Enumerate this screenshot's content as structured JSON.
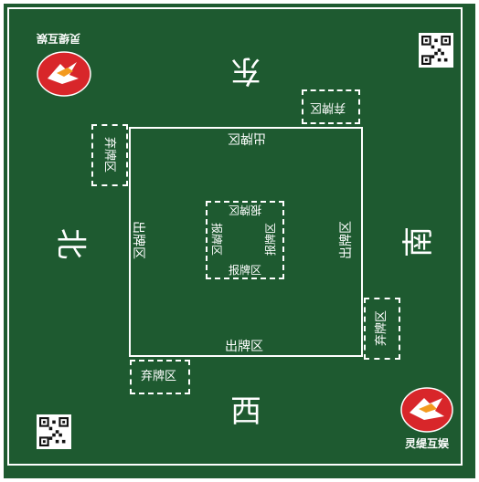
{
  "directions": {
    "east": "东",
    "south": "南",
    "west": "西",
    "north": "北"
  },
  "play_zone": {
    "top": "出牌区",
    "right": "出牌区",
    "bottom": "出牌区",
    "left": "出牌区"
  },
  "report_zone": {
    "top": "报牌区",
    "right": "报牌区",
    "bottom": "报牌区",
    "left": "报牌区"
  },
  "discard_zone": {
    "top_right": "弃牌区",
    "right": "弃牌区",
    "bottom_left": "弃牌区",
    "left": "弃牌区"
  },
  "brand": {
    "top_left": "灵缇互娱",
    "bottom_right": "灵缇互娱"
  },
  "colors": {
    "mat": "#1e5a30",
    "lines": "#ffffff",
    "logo_red": "#d8262a",
    "logo_orange": "#f39a1e"
  }
}
